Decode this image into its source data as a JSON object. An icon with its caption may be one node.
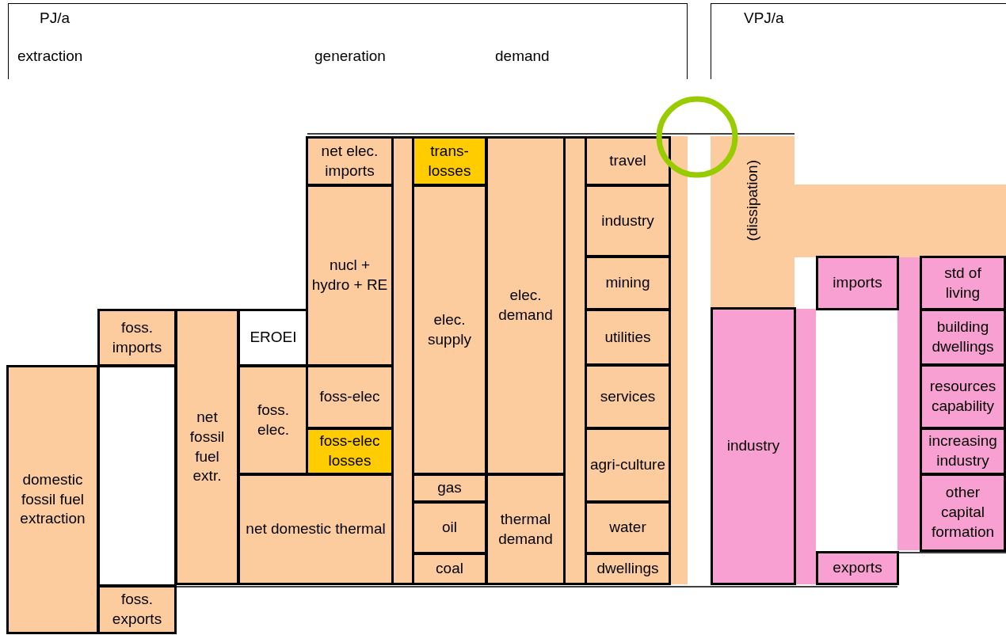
{
  "diagram": {
    "nodes": [
      {
        "text": [
          "PJ/a",
          "extraction",
          "generation",
          "demand"
        ]
      },
      {
        "text": [
          "VPJ/a"
        ]
      },
      {
        "text": [
          "domestic fossil fuel extraction"
        ]
      },
      {
        "text": [
          "foss. imports"
        ]
      },
      {
        "text": [],
        "shape": "box"
      },
      {
        "text": [
          "foss. exports"
        ]
      },
      {
        "text": [
          "net fossil fuel extr."
        ]
      },
      {
        "text": [
          "EROEI"
        ]
      },
      {
        "text": [
          "foss. elec."
        ]
      },
      {
        "text": [
          "net domestic thermal"
        ]
      },
      {
        "text": [
          "net elec. imports"
        ]
      },
      {
        "text": [
          "nucl + hydro + RE"
        ]
      },
      {
        "text": [
          "foss-elec"
        ]
      },
      {
        "text": [
          "foss-elec losses"
        ]
      },
      {
        "text": [],
        "shape": "bar"
      },
      {
        "text": [
          "trans-losses"
        ]
      },
      {
        "text": [
          "elec. supply"
        ]
      },
      {
        "text": [
          "gas"
        ]
      },
      {
        "text": [
          "oil"
        ]
      },
      {
        "text": [
          "coal"
        ]
      },
      {
        "text": [
          "elec. demand"
        ]
      },
      {
        "text": [
          "thermal demand"
        ]
      },
      {
        "text": [],
        "shape": "bar"
      },
      {
        "text": [
          "travel"
        ]
      },
      {
        "text": [
          "industry"
        ]
      },
      {
        "text": [
          "mining"
        ]
      },
      {
        "text": [
          "utilities"
        ]
      },
      {
        "text": [
          "services"
        ]
      },
      {
        "text": [
          "agri-culture"
        ]
      },
      {
        "text": [
          "water"
        ]
      },
      {
        "text": [
          "dwellings"
        ]
      },
      {
        "text": [
          "(dissipation)"
        ]
      },
      {
        "text": [
          "industry"
        ]
      },
      {
        "text": [
          "imports"
        ]
      },
      {
        "text": [
          "exports"
        ]
      },
      {
        "text": [
          "std of living"
        ]
      },
      {
        "text": [
          "building dwellings"
        ]
      },
      {
        "text": [
          "resources capability"
        ]
      },
      {
        "text": [
          "increasing industry"
        ]
      },
      {
        "text": [
          "other capital formation"
        ]
      }
    ]
  }
}
